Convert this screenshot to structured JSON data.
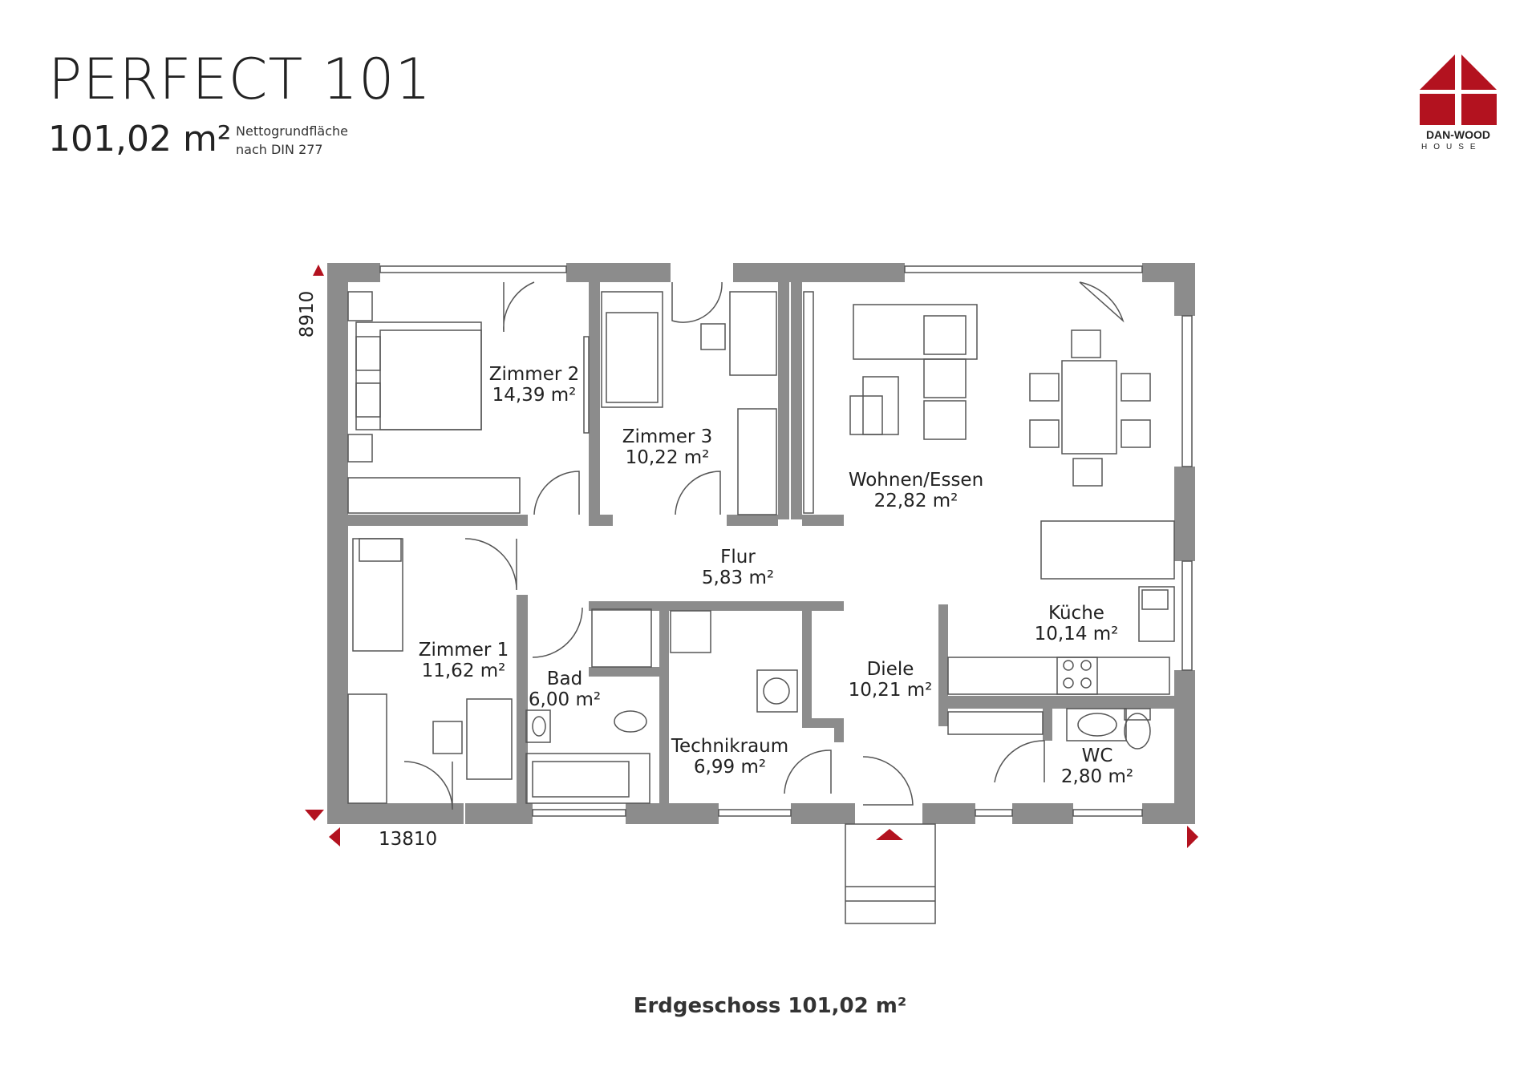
{
  "header": {
    "title": "PERFECT 101",
    "area": "101,02 m²",
    "area_note_line1": "Nettogrundfläche",
    "area_note_line2": "nach DIN 277"
  },
  "logo": {
    "name": "DAN-WOOD",
    "sub": "HOUSE",
    "color": "#b3121f"
  },
  "dimensions": {
    "depth": "8910",
    "width": "13810"
  },
  "rooms": [
    {
      "name": "Zimmer 2",
      "area": "14,39 m²"
    },
    {
      "name": "Zimmer 3",
      "area": "10,22 m²"
    },
    {
      "name": "Wohnen/Essen",
      "area": "22,82 m²"
    },
    {
      "name": "Flur",
      "area": "5,83 m²"
    },
    {
      "name": "Küche",
      "area": "10,14 m²"
    },
    {
      "name": "Zimmer 1",
      "area": "11,62 m²"
    },
    {
      "name": "Bad",
      "area": "6,00 m²"
    },
    {
      "name": "Diele",
      "area": "10,21 m²"
    },
    {
      "name": "Technikraum",
      "area": "6,99 m²"
    },
    {
      "name": "WC",
      "area": "2,80 m²"
    }
  ],
  "footer": "Erdgeschoss 101,02 m²",
  "colors": {
    "wall": "#8c8c8c",
    "accent": "#b3121f",
    "line": "#555555"
  }
}
